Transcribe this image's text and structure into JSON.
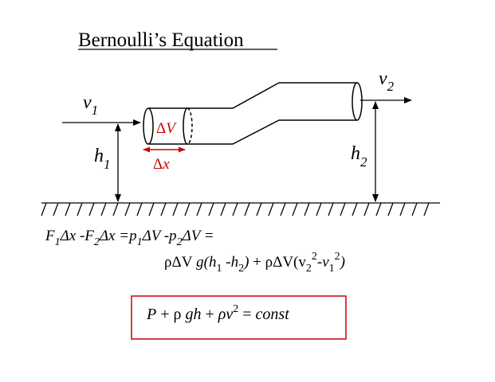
{
  "title": "Bernoulli’s Equation",
  "colors": {
    "accent_red": "#cc0000",
    "ink": "#000000",
    "background": "#ffffff"
  },
  "labels": {
    "v1": {
      "base": "v",
      "sub": "1"
    },
    "v2": {
      "base": "v",
      "sub": "2"
    },
    "h1": {
      "base": "h",
      "sub": "1"
    },
    "h2": {
      "base": "h",
      "sub": "2"
    },
    "delta_v": {
      "delta": "Δ",
      "var": "V"
    },
    "delta_x": {
      "delta": "Δ",
      "var": "x"
    }
  },
  "equation": {
    "line1": {
      "F": "F",
      "sub1": "1",
      "dx1": "Δx",
      "minus1": " -F",
      "sub2": "2",
      "dx2": "Δx",
      "eq": " =",
      "p": "p",
      "psub1": "1",
      "dv1": "ΔV",
      "minus2": " -p",
      "psub2": "2",
      "dv2": "ΔV",
      "eq2": " ="
    },
    "line2": {
      "rho1": "ρΔV",
      "g": " g(h",
      "hs1": "1",
      "mid": " -h",
      "hs2": "2",
      "close": ")",
      "plus": " + ",
      "rho2": "ρΔV(v",
      "vs2": "2",
      "exp1": "2",
      "minus": "-v",
      "vs1": "1",
      "exp2": "2",
      "close2": ")"
    }
  },
  "boxed_equation": {
    "P": "P",
    "plus1": " + ",
    "rho": "ρ",
    "gh": " gh",
    "plus2": " + ",
    "rv": "ρv",
    "exp": "2",
    "eq": " = ",
    "const": "const"
  }
}
